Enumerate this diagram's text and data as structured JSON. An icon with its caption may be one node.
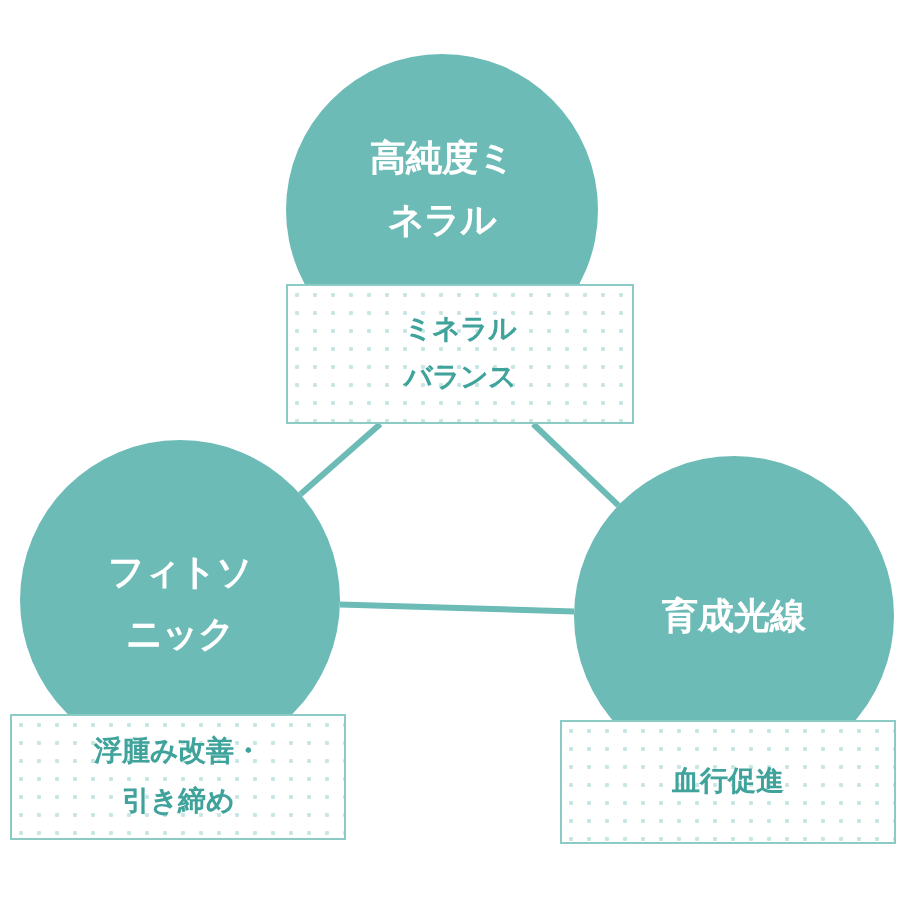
{
  "diagram": {
    "nodes": [
      {
        "text": [
          "高純度ミネラル"
        ]
      },
      {
        "text": [
          "ミネラルバランス"
        ]
      },
      {
        "text": [
          "フィトソニック"
        ]
      },
      {
        "text": [
          "浮腫み改善・引き締め"
        ]
      },
      {
        "text": [
          "育成光線"
        ]
      },
      {
        "text": [
          "血行促進"
        ]
      }
    ],
    "edges": [
      {
        "from": 1,
        "to": 2,
        "arrow": "none"
      },
      {
        "from": 1,
        "to": 4,
        "arrow": "none"
      },
      {
        "from": 2,
        "to": 4,
        "arrow": "none"
      }
    ]
  }
}
